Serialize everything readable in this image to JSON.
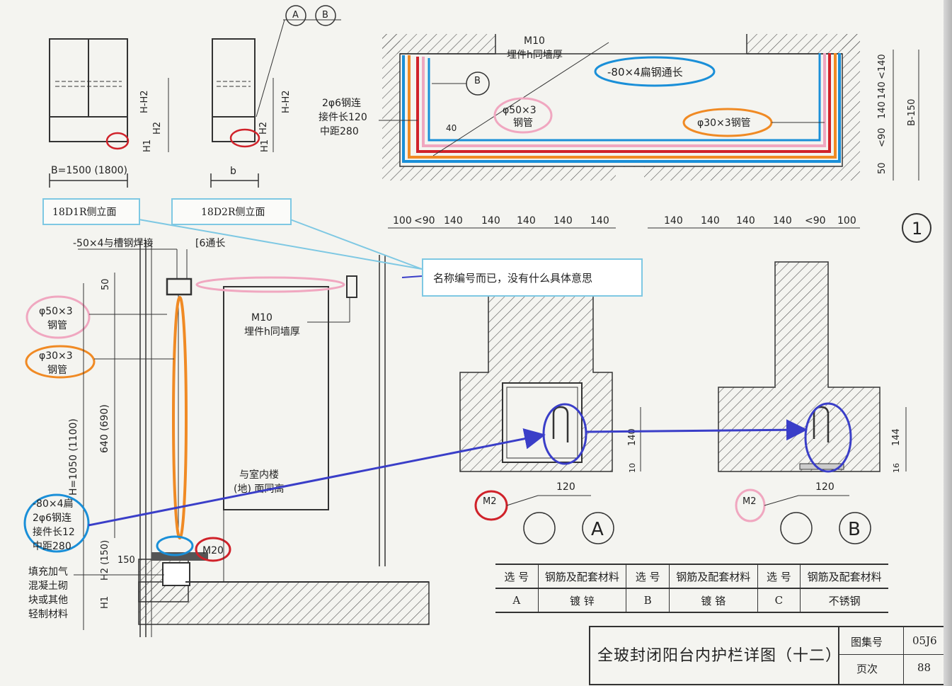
{
  "elevations": {
    "left_caption": "18D1R侧立面",
    "right_caption": "18D2R侧立面",
    "left_width_label": "B=1500 (1800)",
    "right_width_label": "b",
    "h_labels": [
      "H-H2",
      "H2",
      "H1"
    ],
    "section_markers": [
      "A",
      "B"
    ]
  },
  "plan": {
    "top_label_line1": "M10",
    "top_label_line2": "埋件h同墙厚",
    "flat_steel": "-80×4扁钢通长",
    "pipe50": "φ50×3",
    "pipe50_line2": "钢管",
    "pipe30": "φ30×3钢管",
    "rebar_line1": "2φ6钢连",
    "rebar_line2": "接件长120",
    "rebar_line3": "中距280",
    "section_tag": "B",
    "angle_label": "40",
    "dims_left": [
      "100",
      "<90",
      "140",
      "140",
      "140",
      "140",
      "140"
    ],
    "dims_right": [
      "140",
      "140",
      "140",
      "140",
      "<90",
      "100"
    ],
    "dims_vertical": [
      "<140",
      "140",
      "140",
      "<90",
      "50"
    ],
    "dim_total_vertical": "B-150",
    "detail_number": "1"
  },
  "note": {
    "text": "名称编号而已，没有什么具体意思"
  },
  "section": {
    "flat_weld": "-50×4与槽钢焊接",
    "channel": "[6通长",
    "dim_50": "50",
    "pipe50_line1": "φ50×3",
    "pipe50_line2": "钢管",
    "pipe30_line1": "φ30×3",
    "pipe30_line2": "钢管",
    "m10_line1": "M10",
    "m10_line2": "埋件h同墙厚",
    "height_total": "H=1050 (1100)",
    "height_640": "640 (690)",
    "floor_line1": "与室内楼",
    "floor_line2": "(地) 面同高",
    "flat80_line1": "-80×4扁",
    "flat80_line2": "2φ6钢连",
    "flat80_line3": "接件长12",
    "flat80_line4": "中距280",
    "dim_150": "150",
    "h2_label": "H2 (150)",
    "h1_label": "H1",
    "m20": "M20",
    "fill_line1": "填充加气",
    "fill_line2": "混凝土砌",
    "fill_line3": "块或其他",
    "fill_line4": "轻制材料"
  },
  "details": {
    "a_dim_width": "120",
    "a_dim_height": "140",
    "a_dim_small": "10",
    "a_tag": "M2",
    "a_letter": "A",
    "b_dim_width": "120",
    "b_dim_height": "144",
    "b_dim_small": "16",
    "b_tag": "M2",
    "b_letter": "B"
  },
  "table": {
    "headers": [
      "选 号",
      "钢筋及配套材料",
      "选 号",
      "钢筋及配套材料",
      "选 号",
      "钢筋及配套材料"
    ],
    "row": [
      "A",
      "镀 锌",
      "B",
      "镀 铬",
      "C",
      "不锈钢"
    ]
  },
  "title_block": {
    "title": "全玻封闭阳台内护栏详图（十二）",
    "atlas_label": "图集号",
    "atlas_value": "05J6",
    "page_label": "页次",
    "page_value": "88"
  },
  "colors": {
    "red": "#d0222a",
    "blue": "#1a8fd8",
    "pink": "#f0a7c0",
    "orange": "#f08a24",
    "navy": "#3a3ec8",
    "cyan": "#7ec8e3"
  }
}
